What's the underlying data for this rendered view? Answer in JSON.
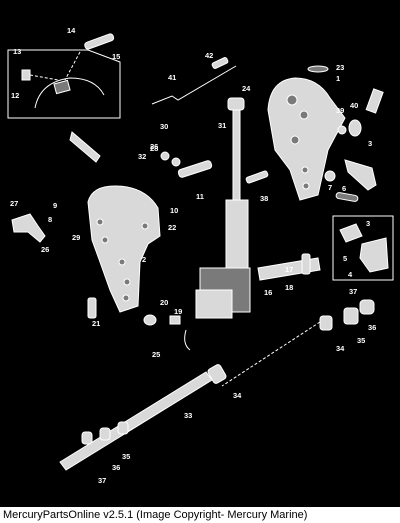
{
  "diagram": {
    "callouts": {
      "c1": "1",
      "c2": "2",
      "c3a": "3",
      "c3b": "3",
      "c4": "4",
      "c5": "5",
      "c6": "6",
      "c7": "7",
      "c8": "8",
      "c9": "9",
      "c10": "10",
      "c11": "11",
      "c12": "12",
      "c13": "13",
      "c14": "14",
      "c15": "15",
      "c16": "16",
      "c17": "17",
      "c18": "18",
      "c19": "19",
      "c20": "20",
      "c21": "21",
      "c22": "22",
      "c23": "23",
      "c24": "24",
      "c25": "25",
      "c26a": "26",
      "c26b": "26",
      "c27": "27",
      "c28": "28",
      "c29": "29",
      "c30": "30",
      "c31": "31",
      "c32": "32",
      "c33": "33",
      "c34a": "34",
      "c34b": "34",
      "c35a": "35",
      "c35b": "35",
      "c36a": "36",
      "c36b": "36",
      "c37a": "37",
      "c37b": "37",
      "c38": "38",
      "c39": "39",
      "c40": "40",
      "c41": "41",
      "c42": "42"
    }
  },
  "footer": {
    "text": "MercuryPartsOnline v2.5.1 (Image Copyright- Mercury Marine)"
  },
  "colors": {
    "background": "#000000",
    "line": "#ffffff",
    "footer_bg": "#ffffff"
  }
}
